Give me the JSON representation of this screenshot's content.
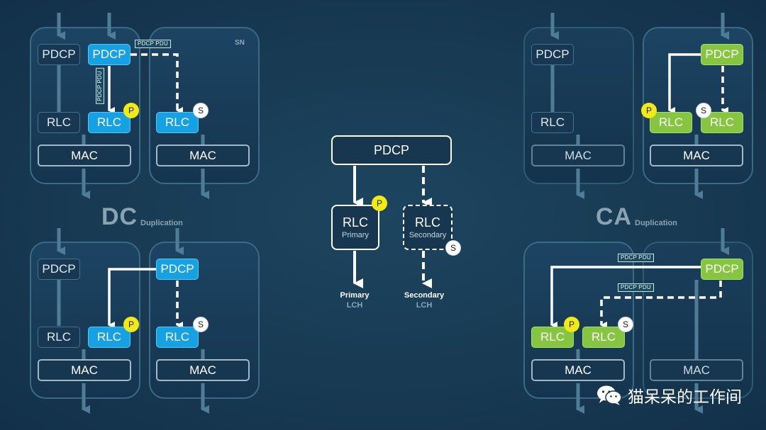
{
  "layer_labels": {
    "pdcp": "PDCP",
    "rlc": "RLC",
    "mac": "MAC"
  },
  "badges": {
    "primary": "P",
    "secondary": "S"
  },
  "pdu_tag": "PDCP PDU",
  "sn_label": "SN",
  "dc": {
    "title": "DC",
    "subtitle": "Duplication"
  },
  "ca": {
    "title": "CA",
    "subtitle": "Duplication"
  },
  "center": {
    "pdcp": "PDCP",
    "rlc_primary": "RLC",
    "rlc_primary_sub": "Primary",
    "rlc_secondary": "RLC",
    "rlc_secondary_sub": "Secondary",
    "lch_primary_top": "Primary",
    "lch_primary_bottom": "LCH",
    "lch_secondary_top": "Secondary",
    "lch_secondary_bottom": "LCH"
  },
  "brand": {
    "text": "猫呆呆的工作间",
    "icon": "wechat-icon"
  },
  "colors": {
    "background": "#183a52",
    "active_blue": "#16a1e3",
    "active_green": "#86c540",
    "primary_badge": "#f1ea13",
    "secondary_badge": "#ffffff"
  }
}
